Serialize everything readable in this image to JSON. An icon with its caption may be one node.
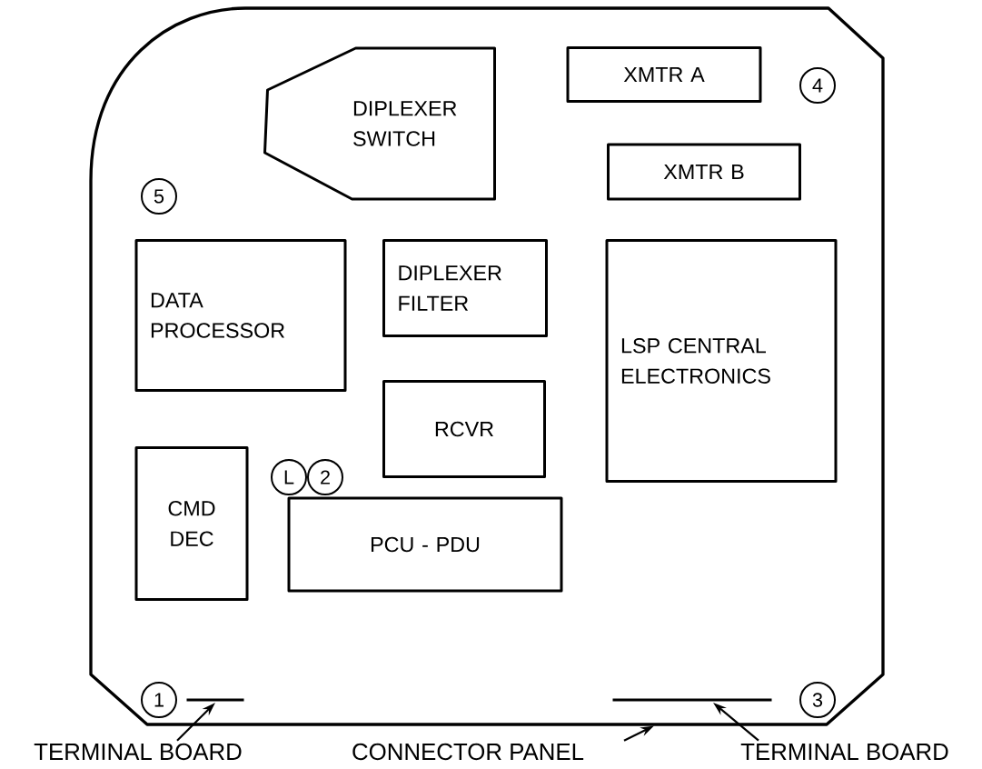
{
  "diagram": {
    "nodes": [
      {
        "text": [],
        "shape": "box"
      },
      {
        "text": [
          "DIPLEXER SWITCH"
        ],
        "in": 0
      },
      {
        "text": [
          "XMTR  A"
        ],
        "in": 0
      },
      {
        "text": [
          "XMTR  B"
        ],
        "in": 0
      },
      {
        "text": [
          "DATA PROCESSOR"
        ],
        "in": 0
      },
      {
        "text": [
          "DIPLEXER FILTER"
        ],
        "in": 0
      },
      {
        "text": [
          "LSP CENTRAL ELECTRONICS"
        ],
        "in": 0
      },
      {
        "text": [
          "RCVR"
        ],
        "in": 0
      },
      {
        "text": [
          "CMD DEC"
        ],
        "in": 0
      },
      {
        "text": [
          "PCU - PDU"
        ],
        "in": 0
      },
      {
        "text": [
          "4"
        ],
        "in": 0
      },
      {
        "text": [
          "5"
        ],
        "in": 0
      },
      {
        "text": [
          "L"
        ],
        "in": 0
      },
      {
        "text": [
          "2"
        ],
        "in": 0
      },
      {
        "text": [
          "1"
        ],
        "in": 0
      },
      {
        "text": [
          "3"
        ],
        "in": 0
      },
      {
        "text": [],
        "shape": "bar",
        "in": 0
      },
      {
        "text": [],
        "shape": "bar",
        "in": 0
      },
      {
        "text": [
          "TERMINAL BOARD"
        ]
      },
      {
        "text": [
          "CONNECTOR PANEL"
        ]
      },
      {
        "text": [
          "TERMINAL BOARD"
        ]
      }
    ],
    "edges": [
      {
        "from": 18,
        "to": 16,
        "arrow": "to"
      },
      {
        "from": 19,
        "to": 0,
        "arrow": "to"
      },
      {
        "from": 20,
        "to": 17,
        "arrow": "to"
      }
    ]
  }
}
